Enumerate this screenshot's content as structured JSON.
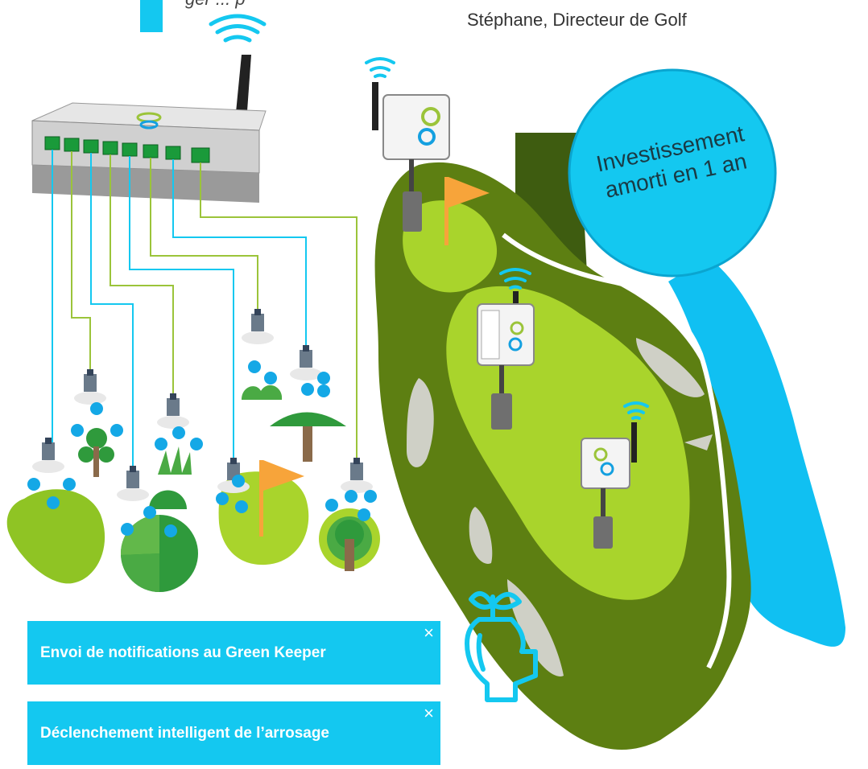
{
  "testimonial": {
    "quote_fragment": "ger ... p",
    "author": "Stéphane, Directeur de Golf"
  },
  "roi_badge": {
    "line1": "Investissement",
    "line2": "amorti en 1 an"
  },
  "features": [
    {
      "label": "Envoi de notifications au Green Keeper",
      "close": "×"
    },
    {
      "label": "Déclenchement intelligent de l’arrosage",
      "close": "×"
    }
  ],
  "colors": {
    "accent": "#14c8f0",
    "fairway_dark": "#5d7f12",
    "fairway_light": "#a9d42c",
    "flag": "#f7a43a"
  },
  "icons": [
    "wifi-icon",
    "gateway-icon",
    "sensor-icon",
    "valve-icon",
    "water-drop-icon",
    "flag-icon",
    "tree-icon",
    "bush-icon",
    "seedling-bag-icon"
  ]
}
